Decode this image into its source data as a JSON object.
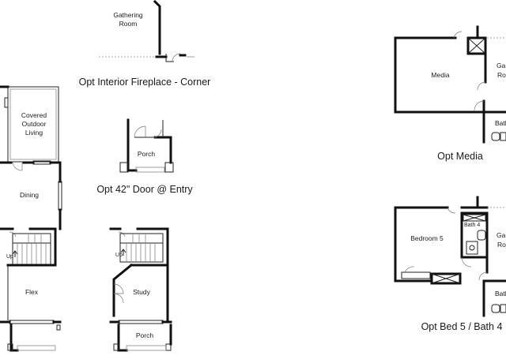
{
  "panels": {
    "fireplace": {
      "caption": "Opt Interior Fireplace - Corner",
      "room_line1": "Gathering",
      "room_line2": "Room"
    },
    "main_plan": {
      "covered_line1": "Covered",
      "covered_line2": "Outdoor",
      "covered_line3": "Living",
      "dining": "Dining",
      "up": "Up",
      "flex": "Flex"
    },
    "door_entry": {
      "caption": "Opt 42\" Door @ Entry",
      "porch": "Porch"
    },
    "study_plan": {
      "up": "Up",
      "study": "Study",
      "porch": "Porch"
    },
    "media": {
      "caption": "Opt Media",
      "media": "Media",
      "gathering_partial_1": "Ga",
      "gathering_partial_2": "Ro",
      "bath_partial": "Bath"
    },
    "bed5": {
      "caption": "Opt Bed 5 / Bath 4",
      "bedroom": "Bedroom 5",
      "bath4": "Bath 4",
      "gathering_partial_1": "Ga",
      "gathering_partial_2": "Ro",
      "bath_partial": "Bath"
    }
  }
}
